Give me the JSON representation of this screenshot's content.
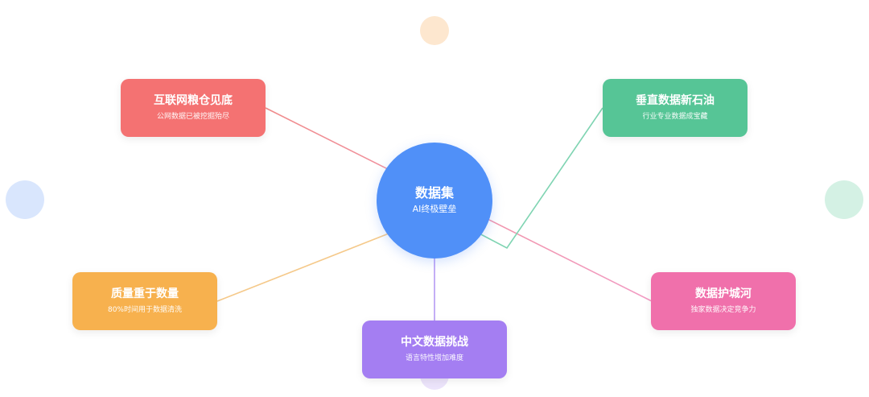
{
  "hub": {
    "title": "数据集",
    "subtitle": "AI终极壁垒",
    "color": "#5090f8"
  },
  "nodes": [
    {
      "id": "tl",
      "title": "互联网粮仓见底",
      "subtitle": "公网数据已被挖掘殆尽",
      "color": "#f47272",
      "line_color": "#f08c8c"
    },
    {
      "id": "tr",
      "title": "垂直数据新石油",
      "subtitle": "行业专业数据成宝藏",
      "color": "#56c596",
      "line_color": "#7fd4b2"
    },
    {
      "id": "ml",
      "title": "质量重于数量",
      "subtitle": "80%时间用于数据清洗",
      "color": "#f7b14e",
      "line_color": "#f5c98a"
    },
    {
      "id": "mr",
      "title": "数据护城河",
      "subtitle": "独家数据决定竞争力",
      "color": "#f070ab",
      "line_color": "#f29cc4"
    },
    {
      "id": "bc",
      "title": "中文数据挑战",
      "subtitle": "语言特性增加难度",
      "color": "#a47ef2",
      "line_color": "#b69af4"
    }
  ],
  "decorations": {
    "top_circle_color": "#fde7cf",
    "left_circle_color": "#d9e6fd",
    "right_circle_color": "#d4f1e4",
    "bottom_circle_color": "#ece4fb"
  }
}
